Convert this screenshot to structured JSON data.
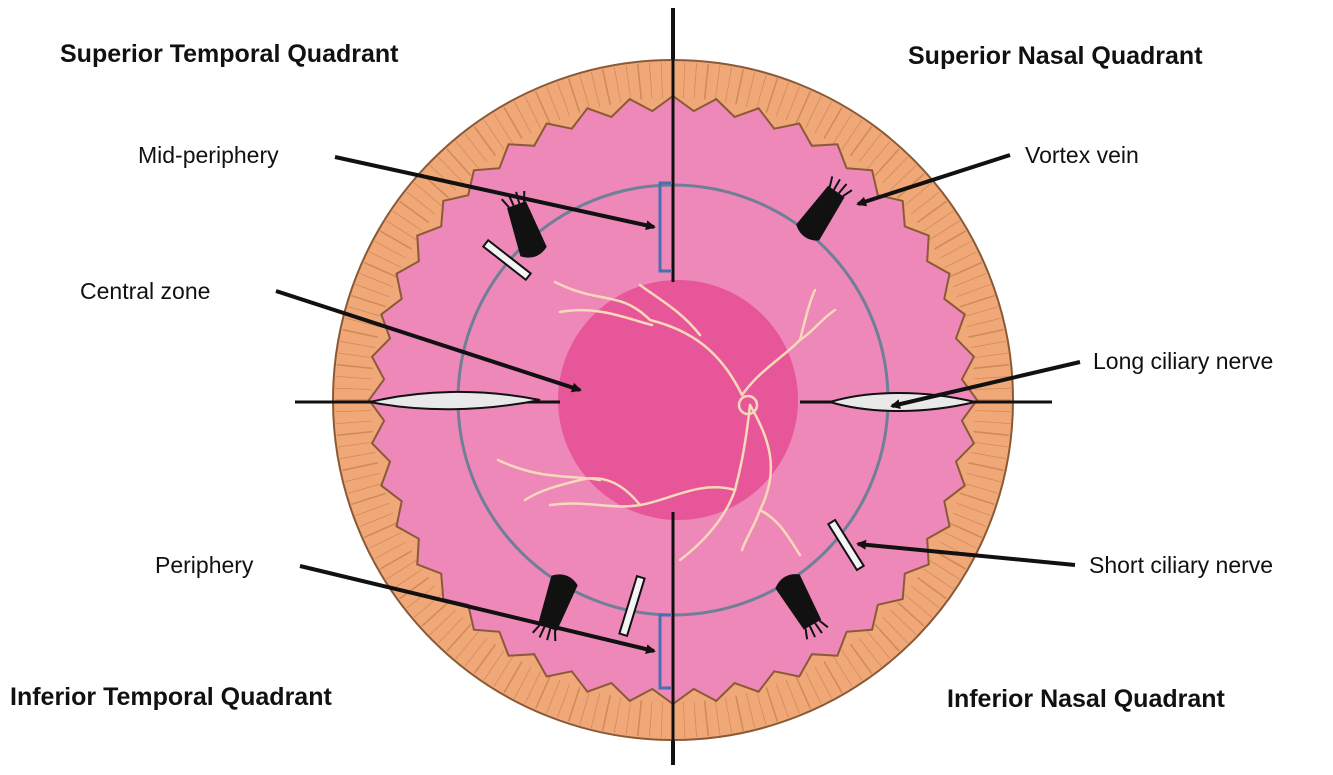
{
  "quadrants": {
    "superior_temporal": "Superior Temporal Quadrant",
    "superior_nasal": "Superior Nasal Quadrant",
    "inferior_temporal": "Inferior Temporal Quadrant",
    "inferior_nasal": "Inferior Nasal Quadrant"
  },
  "labels": {
    "mid_periphery": "Mid-periphery",
    "central_zone": "Central zone",
    "periphery": "Periphery",
    "vortex_vein": "Vortex vein",
    "long_ciliary_nerve": "Long ciliary nerve",
    "short_ciliary_nerve": "Short ciliary nerve"
  },
  "colors": {
    "ora_serrata_band": "#f0a878",
    "band_shadow": "#b8743f",
    "retina": "#ee88b8",
    "central_zone": "#e8569a",
    "equator_ring": "#6e7f96",
    "vessels": "#f6d9b8",
    "marker": "#4a6fb0"
  }
}
